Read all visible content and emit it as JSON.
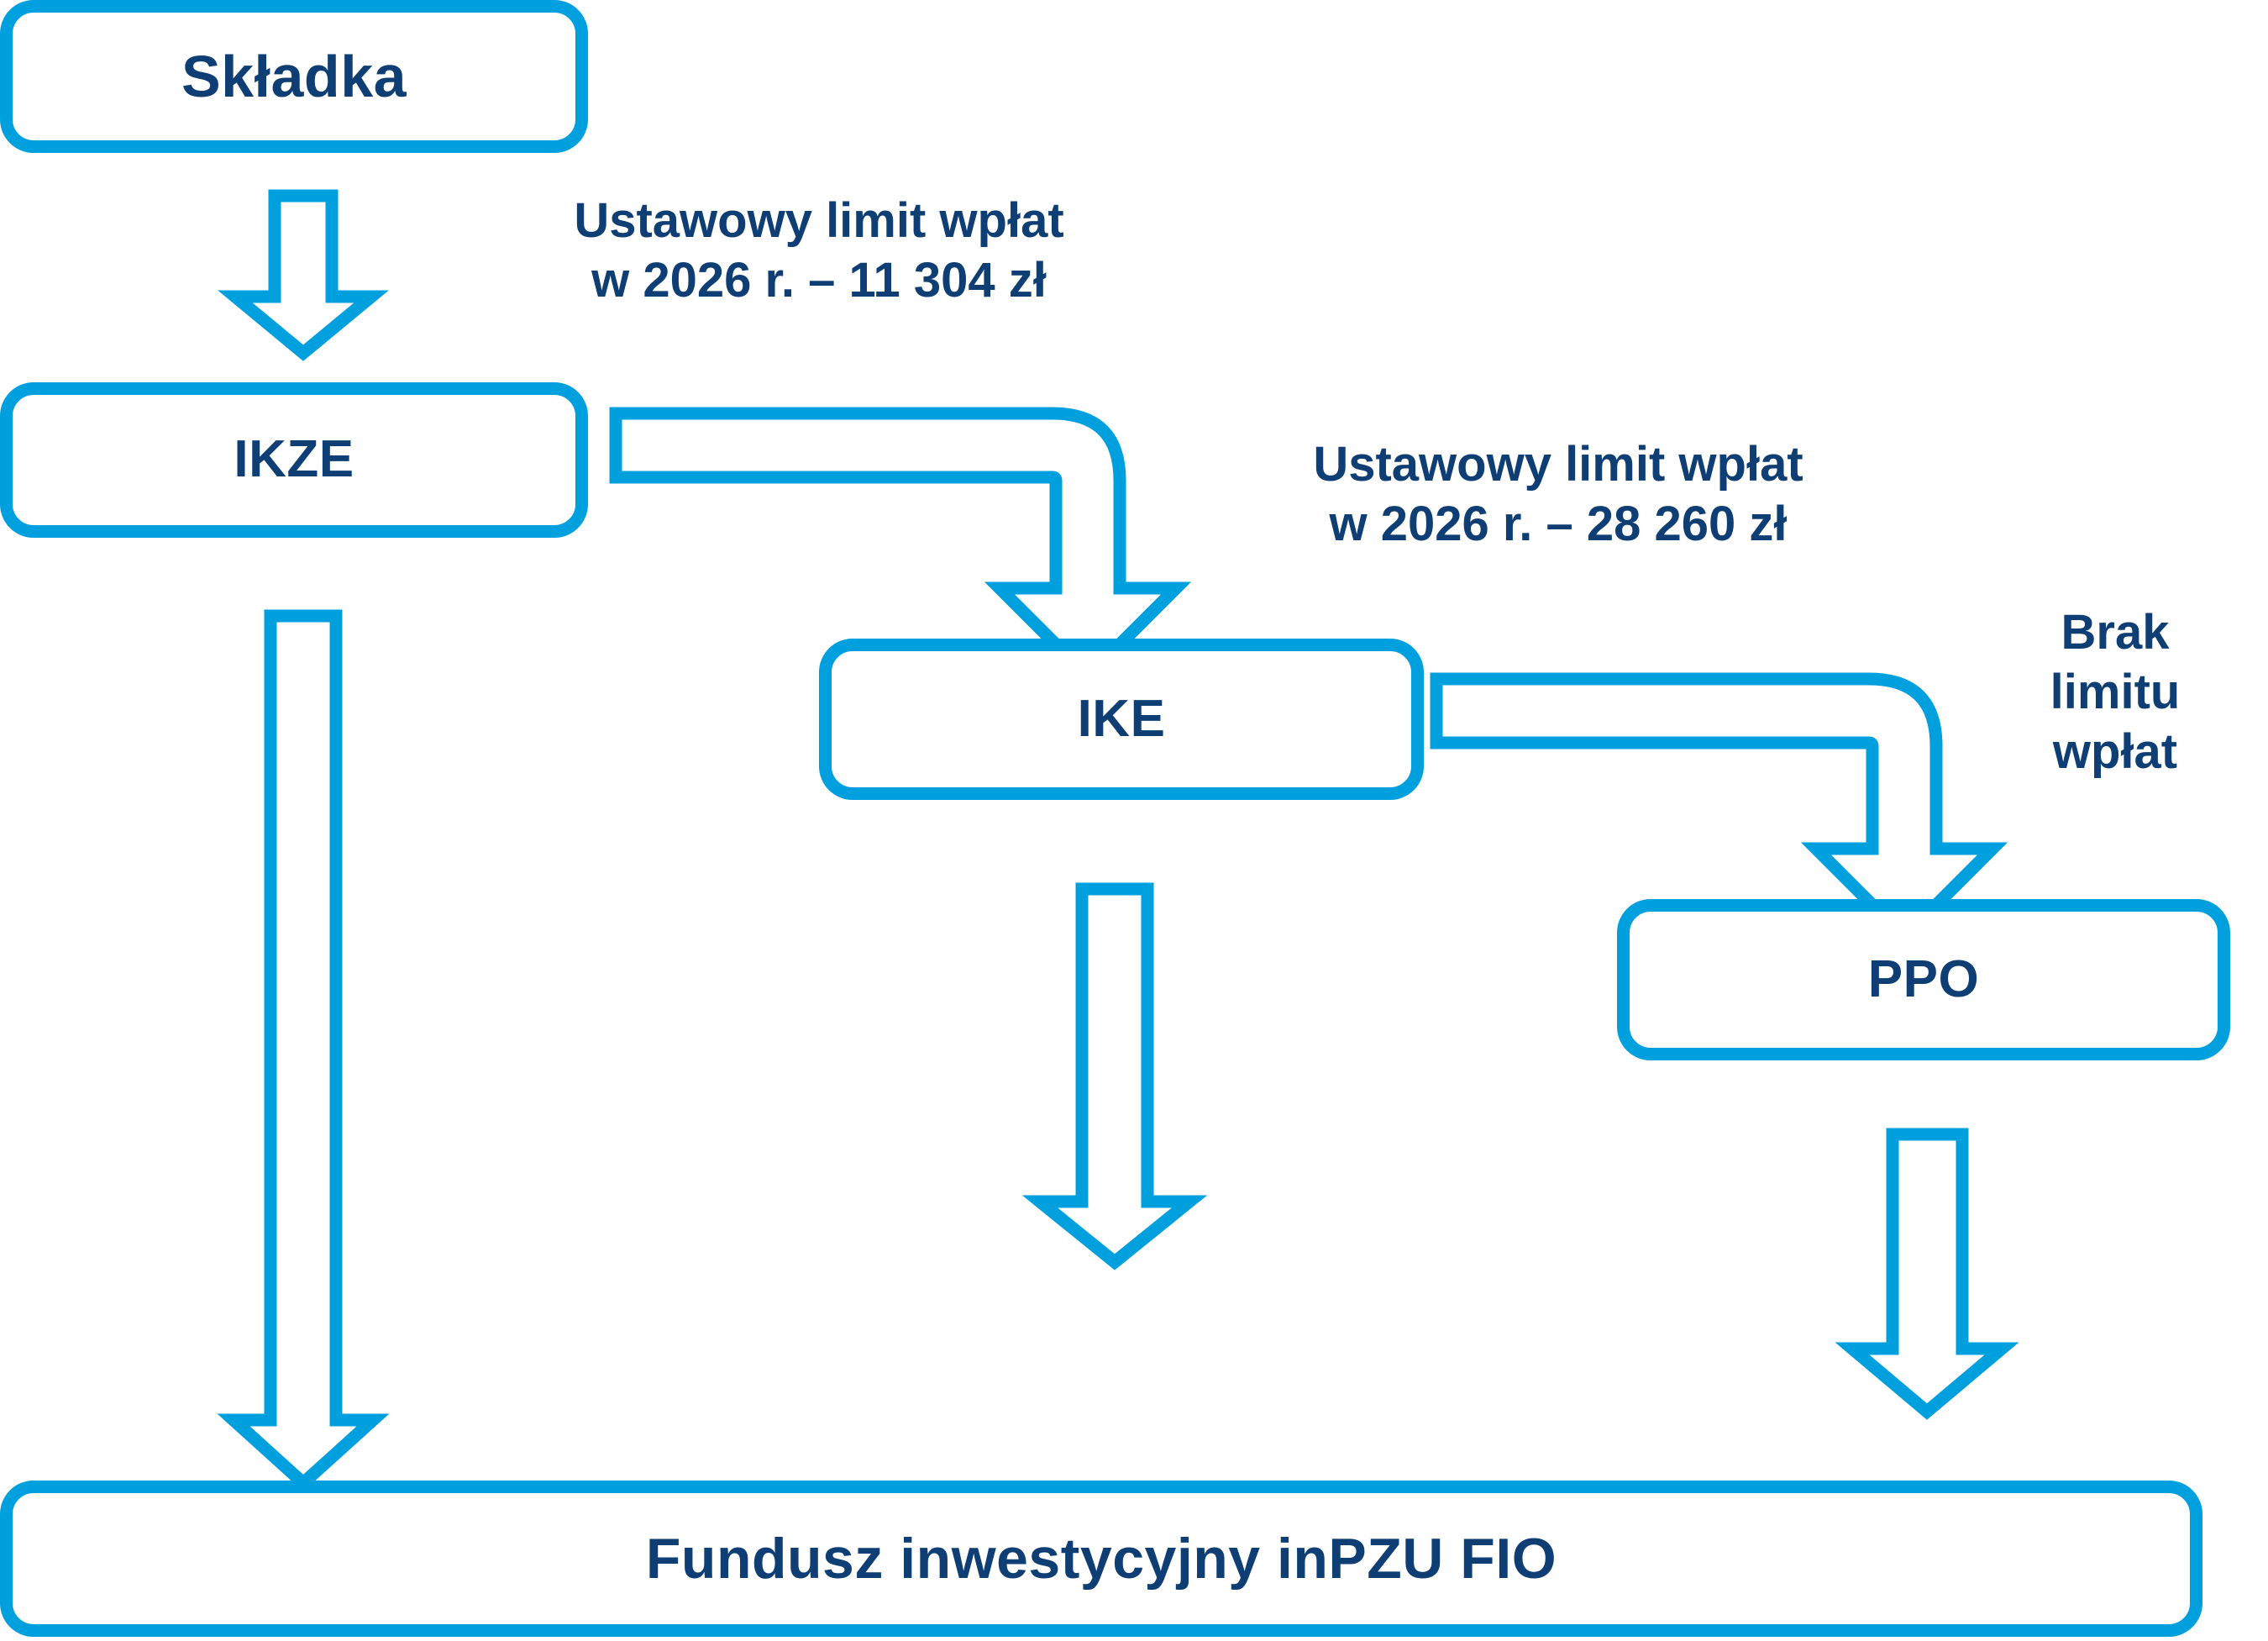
{
  "diagram": {
    "title": "Skladka flow to inPZU FIO",
    "colors": {
      "accent": "#00A0DF",
      "text": "#0E3E73",
      "background": "#FFFFFF"
    },
    "nodes": [
      {
        "id": "skladka",
        "label": "Składka"
      },
      {
        "id": "ikze",
        "label": "IKZE"
      },
      {
        "id": "ike",
        "label": "IKE"
      },
      {
        "id": "ppo",
        "label": "PPO"
      },
      {
        "id": "fundusz",
        "label": "Fundusz inwestycyjny inPZU FIO"
      }
    ],
    "edge_labels": [
      {
        "id": "ikze-limit",
        "line1": "Ustawowy limit wpłat",
        "line2": "w 2026 r. – 11 304 zł",
        "text": "Ustawowy limit wpłat\nw 2026 r. – 11 304 zł"
      },
      {
        "id": "ike-limit",
        "line1": "Ustawowy limit wpłat",
        "line2": "w 2026 r. – 28 260 zł",
        "text": "Ustawowy limit wpłat\nw 2026 r. – 28 260 zł"
      },
      {
        "id": "ppo-limit",
        "line1": "Brak",
        "line2": "limitu",
        "line3": "wpłat",
        "text": "Brak\nlimitu\nwpłat"
      }
    ],
    "arrows": [
      {
        "id": "skladka-to-ikze",
        "from": "skladka",
        "to": "ikze",
        "shape": "straight-down"
      },
      {
        "id": "ikze-to-ike",
        "from": "ikze",
        "to": "ike",
        "shape": "elbow-right-down"
      },
      {
        "id": "ike-to-ppo",
        "from": "ike",
        "to": "ppo",
        "shape": "elbow-right-down"
      },
      {
        "id": "ikze-to-fundusz",
        "from": "ikze",
        "to": "fundusz",
        "shape": "straight-down"
      },
      {
        "id": "ike-to-fundusz",
        "from": "ike",
        "to": "fundusz",
        "shape": "straight-down"
      },
      {
        "id": "ppo-to-fundusz",
        "from": "ppo",
        "to": "fundusz",
        "shape": "straight-down"
      }
    ]
  }
}
